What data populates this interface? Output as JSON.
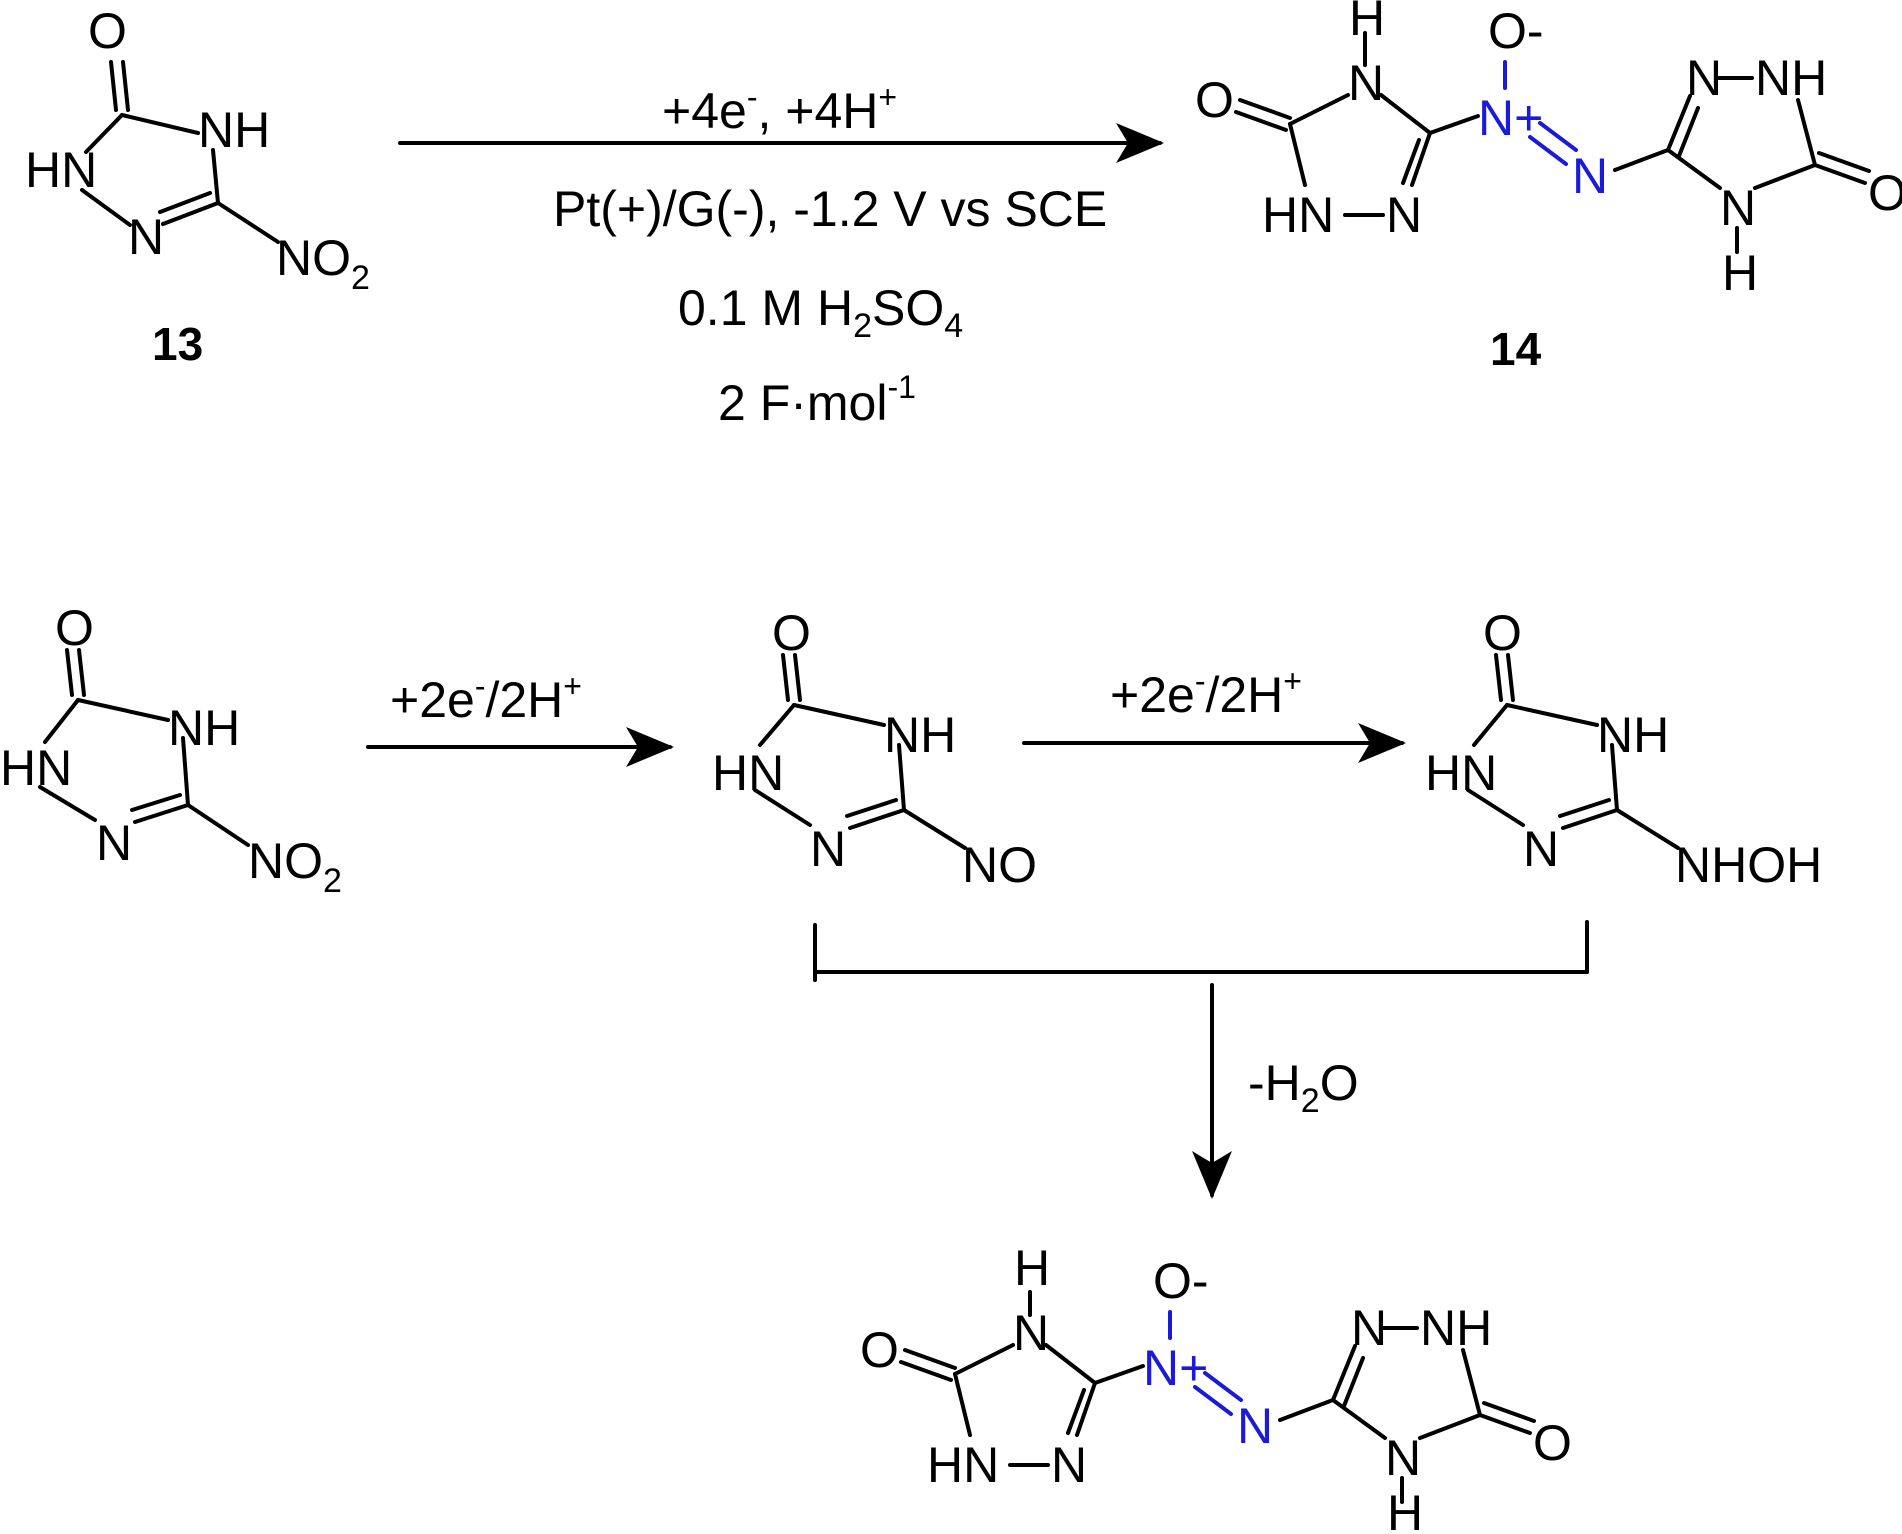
{
  "top_scheme": {
    "reactant": {
      "label": "13",
      "atoms": {
        "o": "O",
        "nh": "NH",
        "hn": "HN",
        "n": "N",
        "no2": "NO",
        "no2_sub": "2"
      }
    },
    "conditions": {
      "line1": {
        "a": "+4e",
        "a_sup": "-",
        "b": ", +4H",
        "b_sup": "+"
      },
      "line2": "Pt(+)/G(-), -1.2 V vs SCE",
      "line3": {
        "a": "0.1 M H",
        "a_sub": "2",
        "b": "SO",
        "b_sub": "4"
      },
      "line4": {
        "a": "2 F·mol",
        "a_sup": "-1"
      }
    },
    "product": {
      "label": "14",
      "atoms": {
        "h_top": "H",
        "n_top": "N",
        "o_left": "O",
        "hn": "HN",
        "n_bot": "N",
        "o_minus": "O-",
        "n_plus": "N+",
        "n_azo": "N",
        "n_nh_left": "N",
        "nh": "NH",
        "o_right": "O",
        "n_bot_right": "N",
        "h_bot": "H"
      }
    }
  },
  "bottom_scheme": {
    "reactant": {
      "atoms": {
        "o": "O",
        "nh": "NH",
        "hn": "HN",
        "n": "N",
        "no2": "NO",
        "no2_sub": "2"
      }
    },
    "step1": {
      "a": "+2e",
      "a_sup": "-",
      "b": "/2H",
      "b_sup": "+"
    },
    "nitroso": {
      "atoms": {
        "o": "O",
        "nh": "NH",
        "hn": "HN",
        "n": "N",
        "group": "NO"
      }
    },
    "step2": {
      "a": "+2e",
      "a_sup": "-",
      "b": "/2H",
      "b_sup": "+"
    },
    "hydroxylamine": {
      "atoms": {
        "o": "O",
        "nh": "NH",
        "hn": "HN",
        "n": "N",
        "group": "NHOH"
      }
    },
    "condensation": {
      "a": "-H",
      "a_sub": "2",
      "b": "O"
    },
    "product": {
      "atoms": {
        "h_top": "H",
        "n_top": "N",
        "o_left": "O",
        "hn": "HN",
        "n_bot": "N",
        "o_minus": "O-",
        "n_plus": "N+",
        "n_azo": "N",
        "n_nh_left": "N",
        "nh": "NH",
        "o_right": "O",
        "n_bot_right": "N",
        "h_bot": "H"
      }
    }
  },
  "colors": {
    "azoxy": "#1a1ad8",
    "ink": "#000000"
  }
}
